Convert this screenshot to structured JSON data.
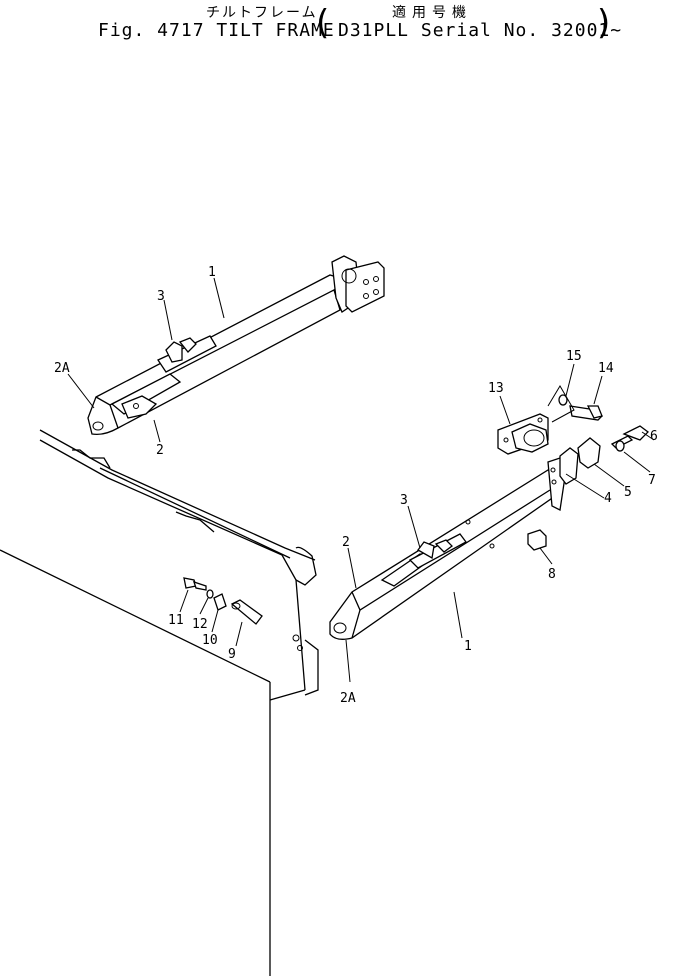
{
  "header": {
    "title_jp": "チルトフレーム",
    "fig_label": "Fig. 4717 TILT FRAME",
    "applicable_jp": "適用号機",
    "serial": "D31PLL Serial No. 32001~"
  },
  "callouts": {
    "c1_top": "1",
    "c3_top": "3",
    "c2a_top": "2A",
    "c2_top": "2",
    "c15": "15",
    "c14": "14",
    "c13": "13",
    "c6": "6",
    "c7": "7",
    "c5": "5",
    "c4": "4",
    "c3_right": "3",
    "c2_right": "2",
    "c8": "8",
    "c1_right": "1",
    "c2a_right": "2A",
    "c11": "11",
    "c12": "12",
    "c10": "10",
    "c9": "9"
  }
}
